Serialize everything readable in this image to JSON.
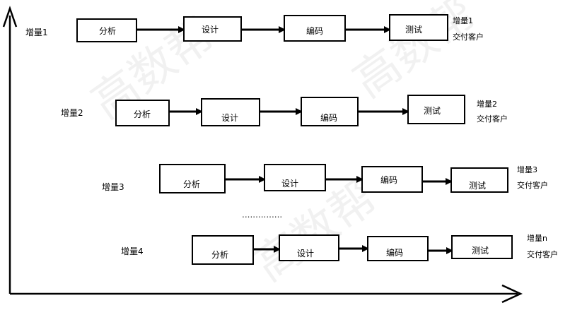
{
  "watermark": "高数帮",
  "separator": "...............",
  "increments": [
    {
      "label": "增量1",
      "stages": [
        "分析",
        "设计",
        "编码",
        "测试"
      ],
      "deliver_title": "增量1",
      "deliver_note": "交付客户"
    },
    {
      "label": "增量2",
      "stages": [
        "分析",
        "设计",
        "编码",
        "测试"
      ],
      "deliver_title": "增量2",
      "deliver_note": "交付客户"
    },
    {
      "label": "增量3",
      "stages": [
        "分析",
        "设计",
        "编码",
        "测试"
      ],
      "deliver_title": "增量3",
      "deliver_note": "交付客户"
    },
    {
      "label": "增量4",
      "stages": [
        "分析",
        "设计",
        "编码",
        "测试"
      ],
      "deliver_title": "增量n",
      "deliver_note": "交付客户"
    }
  ]
}
